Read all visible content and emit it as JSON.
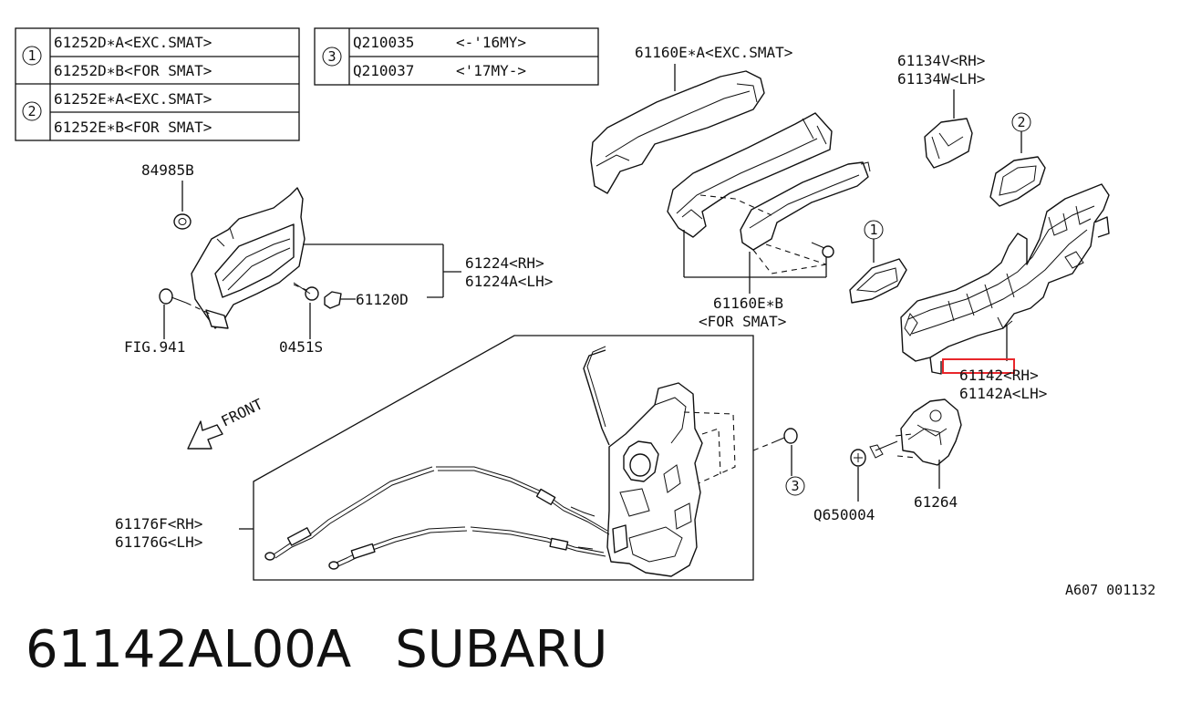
{
  "legend_table_left": {
    "rows": [
      {
        "marker": "1",
        "part": "61252D∗A<EXC.SMAT>"
      },
      {
        "marker": "",
        "part": "61252D∗B<FOR SMAT>"
      },
      {
        "marker": "2",
        "part": "61252E∗A<EXC.SMAT>"
      },
      {
        "marker": "",
        "part": "61252E∗B<FOR SMAT>"
      }
    ]
  },
  "legend_table_right": {
    "rows": [
      {
        "marker": "3",
        "part": "Q210035",
        "range": "<-'16MY>"
      },
      {
        "part": "Q210037",
        "range": "<'17MY->"
      }
    ]
  },
  "callouts": {
    "p84985B": "84985B",
    "p61224": "61224<RH>",
    "p61224A": "61224A<LH>",
    "p61120D": "61120D",
    "fig941": "FIG.941",
    "p0451S": "0451S",
    "p61160EA": "61160E∗A<EXC.SMAT>",
    "p61160EB": "61160E∗B",
    "p61160EB_sub": "<FOR SMAT>",
    "p61134V": "61134V<RH>",
    "p61134W": "61134W<LH>",
    "p61142": "61142<RH>",
    "p61142A": "61142A<LH>",
    "p61176F": "61176F<RH>",
    "p61176G": "61176G<LH>",
    "pQ650004": "Q650004",
    "p61264": "61264",
    "front": "FRONT",
    "marker1": "1",
    "marker2": "2",
    "marker3": "3",
    "diagram_code": "A607 001132"
  },
  "footer": {
    "part_number": "61142AL00A",
    "brand": "SUBARU"
  },
  "highlight_color": "#e8262b"
}
